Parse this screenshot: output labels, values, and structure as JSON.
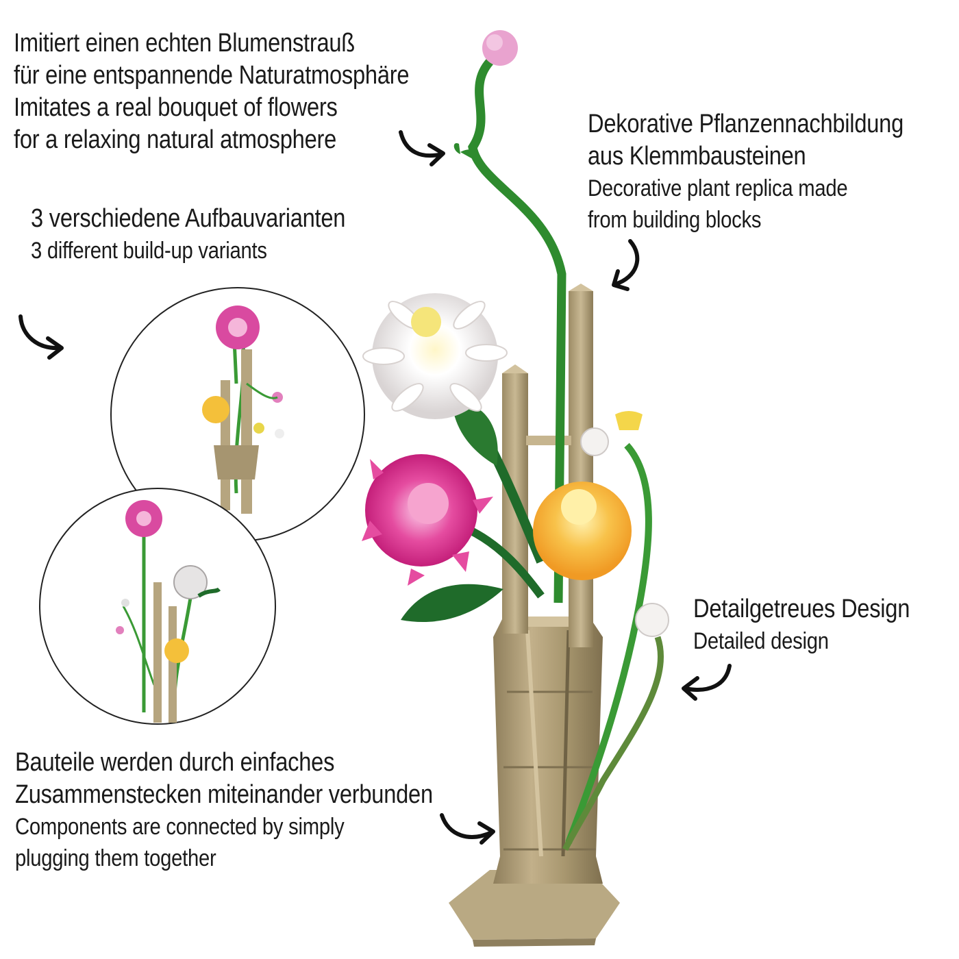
{
  "colors": {
    "background": "#ffffff",
    "text": "#1a1a1a",
    "vase_tan": "#b3a27e",
    "stem_green": "#2e8b2e",
    "leaf_dark_green": "#1f6b2a",
    "dahlia_pink": "#e0348f",
    "chrysanthemum_white": "#f2f0ee",
    "marigold_yellow": "#f6b43a",
    "rose_pink": "#e9a3cf"
  },
  "callouts": {
    "bouquet": {
      "de_line1": "Imitiert einen echten Blumenstrauß",
      "de_line2": "für eine entspannende Naturatmosphäre",
      "en_line1": "Imitates a real bouquet of flowers",
      "en_line2": "for a relaxing natural atmosphere"
    },
    "replica": {
      "de_line1": "Dekorative Pflanzennachbildung",
      "de_line2": "aus Klemmbausteinen",
      "en_line1": "Decorative plant replica made",
      "en_line2": "from building blocks"
    },
    "variants": {
      "de": "3 verschiedene Aufbauvarianten",
      "en": "3 different build-up variants"
    },
    "design": {
      "de": "Detailgetreues Design",
      "en": "Detailed design"
    },
    "assembly": {
      "de_line1": "Bauteile werden durch einfaches",
      "de_line2": "Zusammenstecken miteinander verbunden",
      "en_line1": "Components are connected by simply",
      "en_line2": "plugging them together"
    }
  },
  "icons": [
    "curved-arrow-icon"
  ],
  "illustration": {
    "main": "brick-built flower bouquet in tall tan vase",
    "variants_shown": 2
  }
}
